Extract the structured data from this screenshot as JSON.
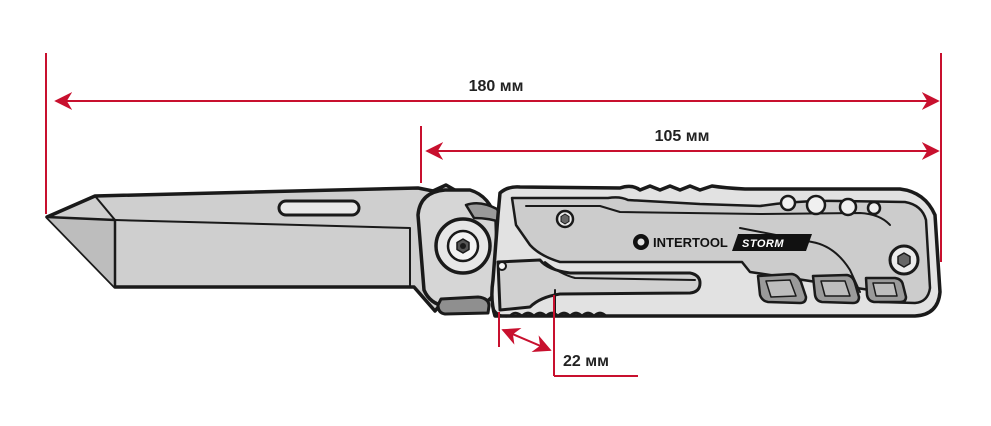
{
  "colors": {
    "dimension": "#c8102e",
    "outline": "#1a1a1a",
    "blade_fill": "#c9c9c9",
    "handle_fill": "#dcdcdc",
    "dark_fill": "#8f8f8f"
  },
  "dimensions": {
    "total_length": "180 мм",
    "handle_length": "105 мм",
    "tool_length": "22 мм"
  },
  "branding": {
    "brand": "INTERTOOL",
    "model": "STORM"
  }
}
